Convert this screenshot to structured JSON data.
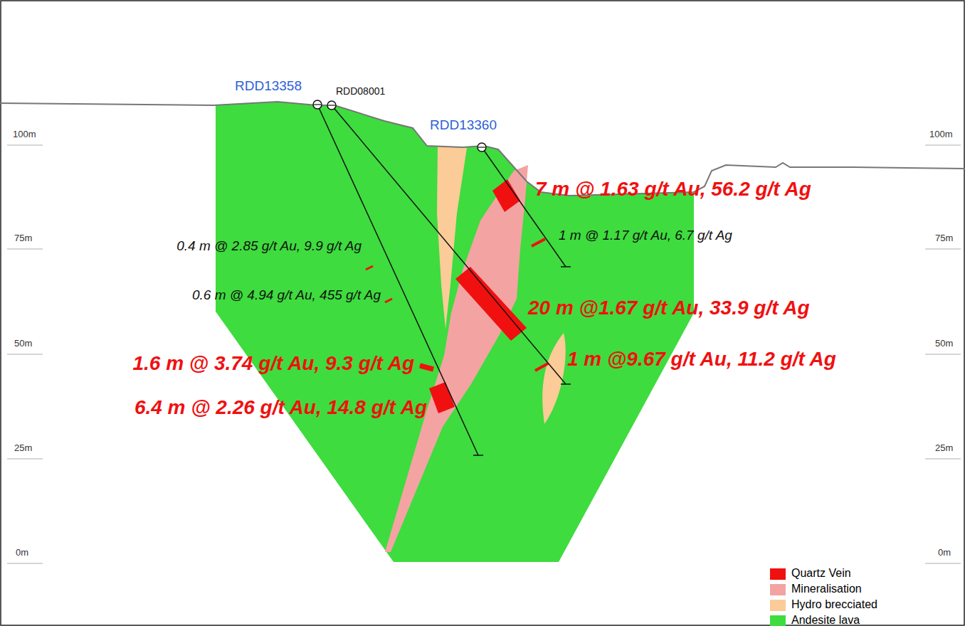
{
  "diagram": {
    "labels": [
      "RDD13358",
      "RDD08001",
      "RDD13360",
      "100m",
      "100m",
      "75m",
      "75m",
      "50m",
      "50m",
      "25m",
      "25m",
      "0m",
      "0m",
      "7 m @ 1.63 g/t Au, 56.2 g/t Ag",
      "1 m @ 1.17 g/t Au, 6.7 g/t Ag",
      "0.4 m @ 2.85 g/t Au, 9.9 g/t Ag",
      "0.6 m @ 4.94 g/t Au, 455 g/t Ag",
      "20 m @1.67 g/t Au, 33.9 g/t Ag",
      "1.6 m @ 3.74 g/t Au, 9.3 g/t Ag",
      "1 m @9.67 g/t Au, 11.2 g/t Ag",
      "6.4 m @ 2.26 g/t Au, 14.8 g/t Ag"
    ],
    "legend": [
      {
        "text": "Quartz Vein",
        "color": "#f01010"
      },
      {
        "text": "Mineralisation",
        "color": "#f4a3a3"
      },
      {
        "text": "Hydro brecciated",
        "color": "#fbcb98"
      },
      {
        "text": "Andesite lava",
        "color": "#3edc3e"
      }
    ]
  }
}
